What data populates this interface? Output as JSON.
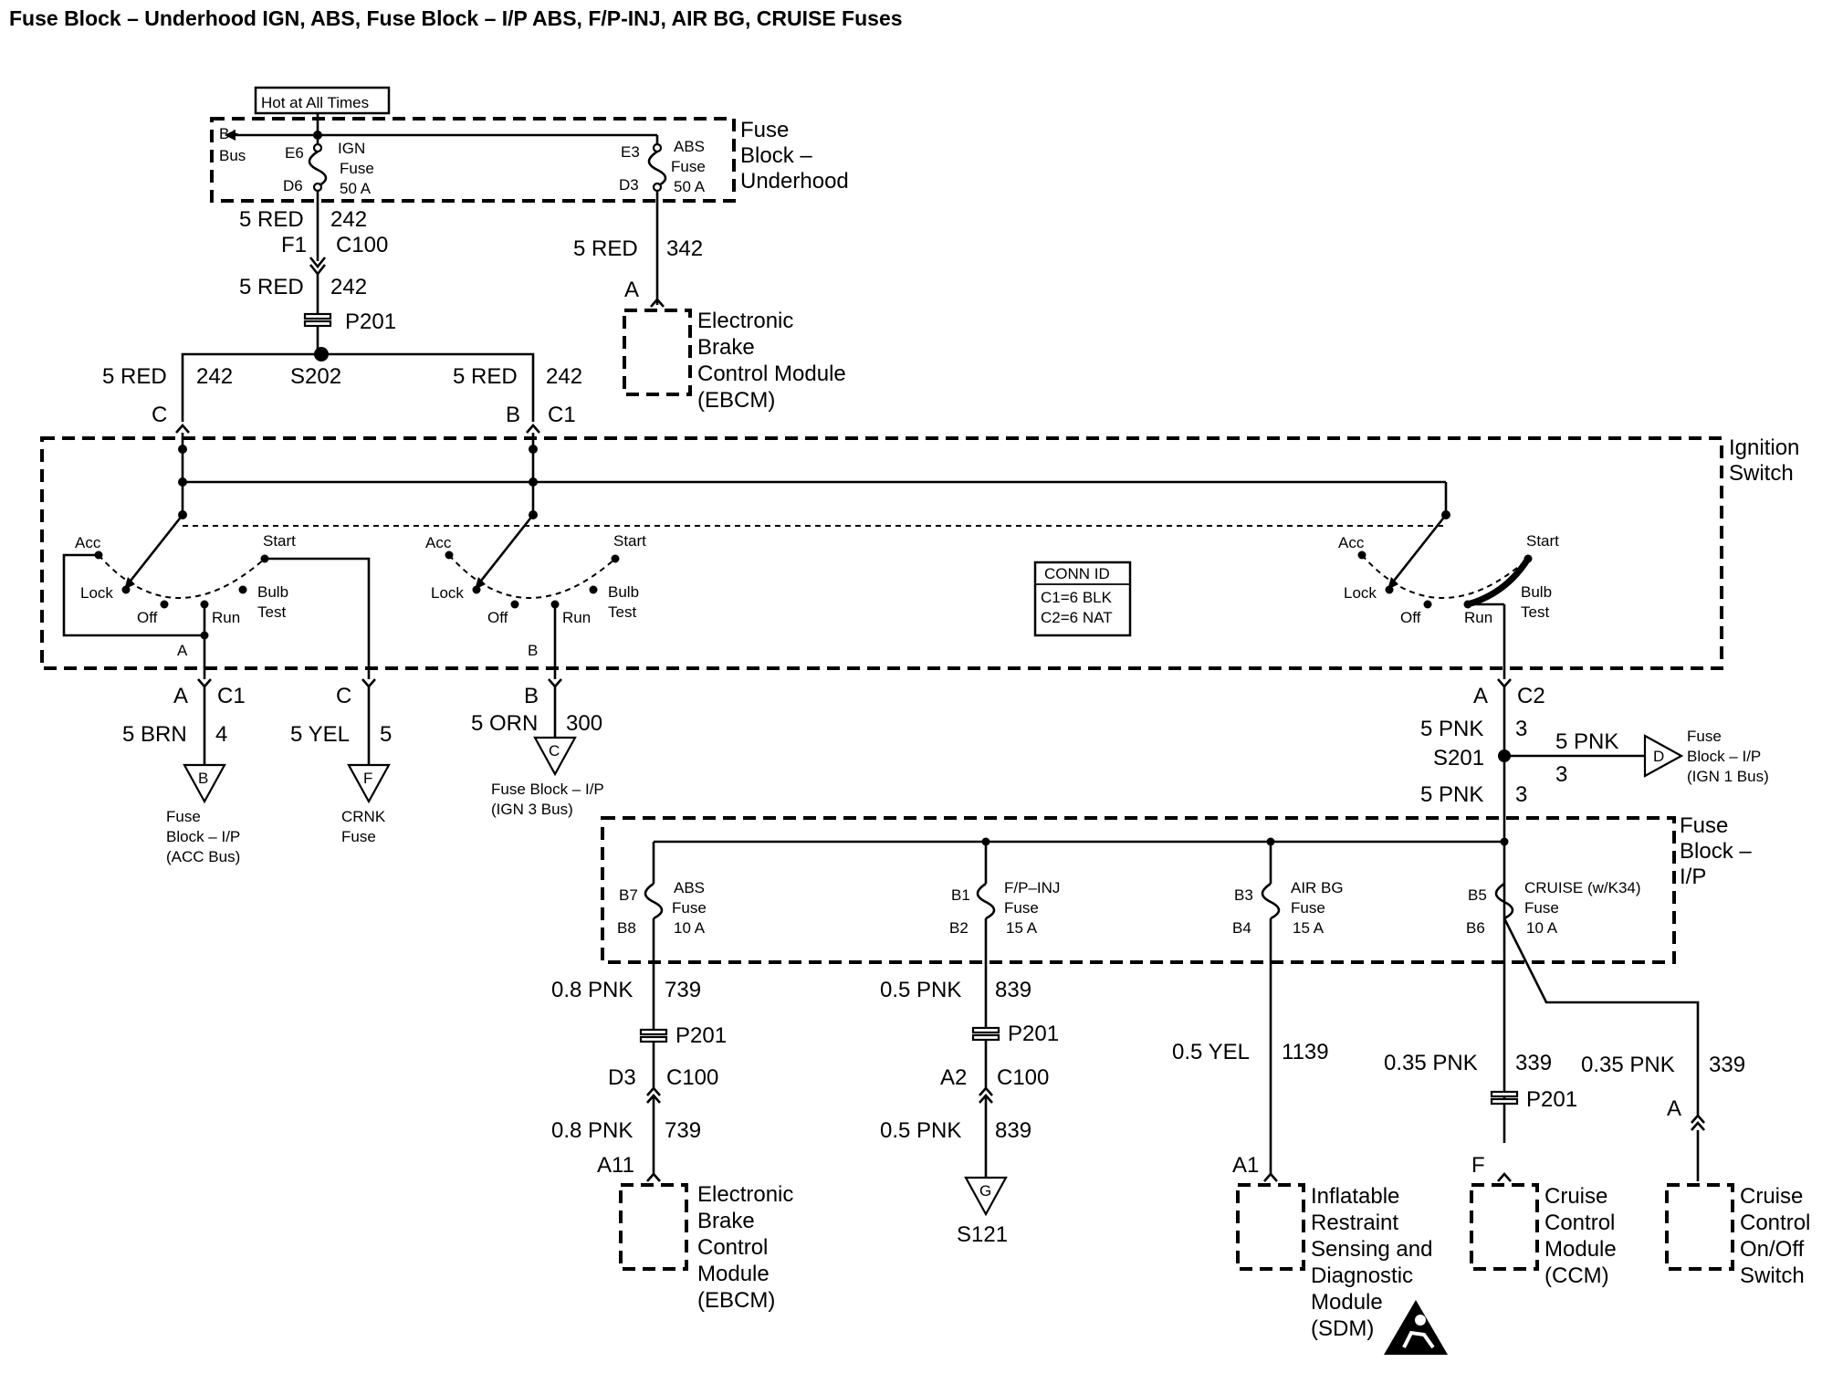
{
  "title": "Fuse Block – Underhood IGN, ABS, Fuse Block – I/P ABS, F/P-INJ, AIR BG, CRUISE Fuses",
  "underhood": {
    "hot_label": "Hot at All Times",
    "bus_b": "B+",
    "bus_label": "Bus",
    "block_name": [
      "Fuse",
      "Block –",
      "Underhood"
    ],
    "ign_fuse": {
      "pin_top": "E6",
      "pin_bottom": "D6",
      "name": "IGN",
      "word": "Fuse",
      "rating": "50 A"
    },
    "abs_fuse": {
      "pin_top": "E3",
      "pin_bottom": "D3",
      "name": "ABS",
      "word": "Fuse",
      "rating": "50 A"
    }
  },
  "wires_top": {
    "w1_gauge": "5 RED",
    "w1_circuit": "242",
    "f1_pin": "F1",
    "f1_conn": "C100",
    "w2_gauge": "5 RED",
    "w2_circuit": "242",
    "p201": "P201",
    "abs_gauge": "5 RED",
    "abs_circuit": "342",
    "left_gauge": "5 RED",
    "left_circuit": "242",
    "splice": "S202",
    "right_gauge": "5 RED",
    "right_circuit": "242",
    "pin_c": "C",
    "pin_b": "B",
    "conn_c1": "C1"
  },
  "ebcm_top": {
    "pin": "A",
    "lines": [
      "Electronic",
      "Brake",
      "Control Module",
      "(EBCM)"
    ]
  },
  "ignition": {
    "name": [
      "Ignition",
      "Switch"
    ],
    "positions": {
      "acc": "Acc",
      "start": "Start",
      "lock": "Lock",
      "off": "Off",
      "run": "Run",
      "bulb": "Bulb",
      "test": "Test"
    },
    "inner_pin_a": "A",
    "inner_pin_b": "B",
    "conn_id_title": "CONN ID",
    "conn_id_lines": [
      "C1=6 BLK",
      "C2=6 NAT"
    ]
  },
  "outputs": {
    "acc": {
      "pin": "A",
      "conn": "C1",
      "gauge": "5 BRN",
      "circuit": "4",
      "ref": "B",
      "label": [
        "Fuse",
        "Block – I/P",
        "(ACC Bus)"
      ]
    },
    "crnk": {
      "pin": "C",
      "gauge": "5 YEL",
      "circuit": "5",
      "ref": "F",
      "label": [
        "CRNK",
        "Fuse"
      ]
    },
    "ign3": {
      "pin": "B",
      "gauge": "5 ORN",
      "circuit": "300",
      "ref": "C",
      "label": [
        "Fuse Block – I/P",
        "(IGN 3 Bus)"
      ]
    },
    "ign1": {
      "pin": "A",
      "conn": "C2",
      "gauge_a": "5 PNK",
      "circuit_a": "3",
      "splice": "S201",
      "branch_gauge": "5 PNK",
      "branch_circuit": "3",
      "ref": "D",
      "ref_label": [
        "Fuse",
        "Block – I/P",
        "(IGN 1 Bus)"
      ],
      "gauge_b": "5 PNK",
      "circuit_b": "3"
    }
  },
  "ip_block": {
    "name": [
      "Fuse",
      "Block –",
      "I/P"
    ],
    "fuses": [
      {
        "pin_top": "B7",
        "pin_bottom": "B8",
        "name": "ABS",
        "word": "Fuse",
        "rating": "10 A"
      },
      {
        "pin_top": "B1",
        "pin_bottom": "B2",
        "name": "F/P–INJ",
        "word": "Fuse",
        "rating": "15 A"
      },
      {
        "pin_top": "B3",
        "pin_bottom": "B4",
        "name": "AIR BG",
        "word": "Fuse",
        "rating": "15 A"
      },
      {
        "pin_top": "B5",
        "pin_bottom": "B6",
        "name": "CRUISE (w/K34)",
        "word": "Fuse",
        "rating": "10 A"
      }
    ]
  },
  "bottom": {
    "abs": {
      "g1": "0.8 PNK",
      "c1": "739",
      "p201": "P201",
      "pin": "D3",
      "conn": "C100",
      "g2": "0.8 PNK",
      "c2": "739",
      "pin2": "A11",
      "module": [
        "Electronic",
        "Brake",
        "Control",
        "Module",
        "(EBCM)"
      ]
    },
    "fpinj": {
      "g1": "0.5 PNK",
      "c1": "839",
      "p201": "P201",
      "pin": "A2",
      "conn": "C100",
      "g2": "0.5 PNK",
      "c2": "839",
      "ref": "G",
      "splice": "S121"
    },
    "airbg": {
      "g1": "0.5 YEL",
      "c1": "1139",
      "pin": "A1",
      "module": [
        "Inflatable",
        "Restraint",
        "Sensing and",
        "Diagnostic",
        "Module",
        "(SDM)"
      ]
    },
    "cruise": {
      "g1": "0.35 PNK",
      "c1": "339",
      "p201": "P201",
      "pin": "F",
      "module": [
        "Cruise",
        "Control",
        "Module",
        "(CCM)"
      ]
    },
    "cruise_sw": {
      "g1": "0.35 PNK",
      "c1": "339",
      "pin": "A",
      "module": [
        "Cruise",
        "Control",
        "On/Off",
        "Switch"
      ]
    }
  }
}
